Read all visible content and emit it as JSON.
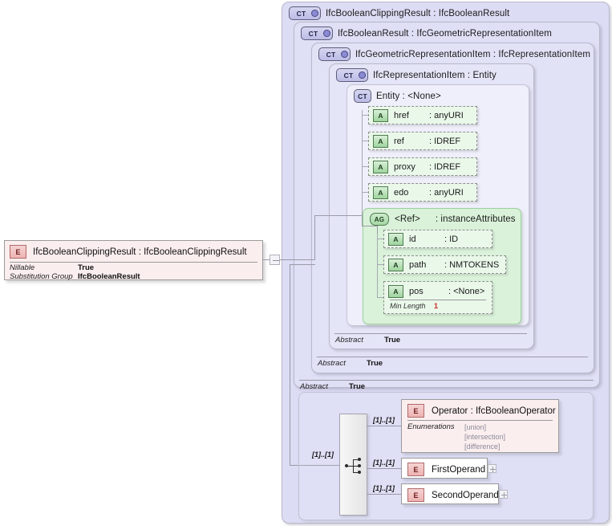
{
  "diagram": {
    "type": "xsd-schema-diagram",
    "title": "IfcBooleanClippingResult XSD diagram"
  },
  "left_element": {
    "icon": "E",
    "icon_name": "element-icon",
    "title": "IfcBooleanClippingResult : IfcBooleanClippingResult",
    "properties": [
      {
        "label": "Nillable",
        "value": "True"
      },
      {
        "label": "Substitution Group",
        "value": "IfcBooleanResult"
      }
    ],
    "collapse_toggle": "minus"
  },
  "containers": [
    {
      "icon": "CT+",
      "title": "IfcBooleanClippingResult : IfcBooleanResult"
    },
    {
      "icon": "CT+",
      "title": "IfcBooleanResult : IfcGeometricRepresentationItem"
    },
    {
      "icon": "CT+",
      "title": "IfcGeometricRepresentationItem : IfcRepresentationItem"
    },
    {
      "icon": "CT+",
      "title": "IfcRepresentationItem : Entity"
    },
    {
      "icon": "CT",
      "title": "Entity      : <None>"
    }
  ],
  "attributes": [
    {
      "icon": "A",
      "name": "href",
      "type": ": anyURI"
    },
    {
      "icon": "A",
      "name": "ref",
      "type": ": IDREF"
    },
    {
      "icon": "A",
      "name": "proxy",
      "type": ": IDREF"
    },
    {
      "icon": "A",
      "name": "edo",
      "type": ": anyURI"
    }
  ],
  "attribute_group": {
    "icon": "AG",
    "icon_name": "attribute-group-icon",
    "name": "<Ref>",
    "type": ": instanceAttributes",
    "attributes": [
      {
        "icon": "A",
        "name": "id",
        "type": ": ID"
      },
      {
        "icon": "A",
        "name": "path",
        "type": ": NMTOKENS"
      },
      {
        "icon": "A",
        "name": "pos",
        "type": ": <None>",
        "facet_label": "Min Length",
        "facet_value": "1"
      }
    ]
  },
  "abstract_footers": [
    {
      "label": "Abstract",
      "value": "True"
    },
    {
      "label": "Abstract",
      "value": "True"
    },
    {
      "label": "Abstract",
      "value": "True"
    }
  ],
  "sequence": {
    "icon_name": "sequence-compositor-icon",
    "left_cardinality": "[1]..[1]"
  },
  "children": [
    {
      "icon": "E",
      "cardinality": "[1]..[1]",
      "title": "Operator : IfcBooleanOperator",
      "facet_label": "Enumerations",
      "enumerations": [
        "[union]",
        "[intersection]",
        "[difference]"
      ],
      "expandable": false
    },
    {
      "icon": "E",
      "cardinality": "[1]..[1]",
      "title": "FirstOperand",
      "expandable": true
    },
    {
      "icon": "E",
      "cardinality": "[1]..[1]",
      "title": "SecondOperand",
      "expandable": true
    }
  ],
  "colors": {
    "container_fill": "#dcdcf5",
    "attribute_fill": "#eaf8ea",
    "attribute_group_fill": "#d9f2d9",
    "element_fill": "#fbeeee",
    "connector": "#9a9aa8",
    "facet_value": "#cc2222"
  }
}
